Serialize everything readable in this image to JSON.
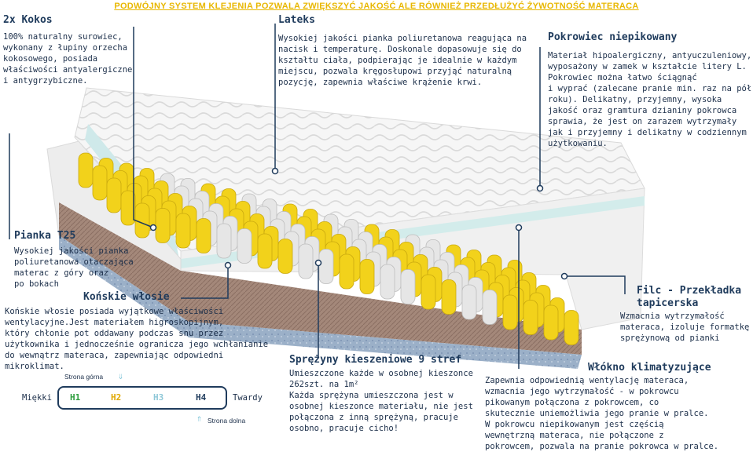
{
  "banner": "PODWÓJNY SYSTEM KLEJENIA POZWALA ZWIĘKSZYĆ JAKOŚĆ ALE RÓWNIEŻ PRZEDŁUŻYĆ ŻYWOTNOŚĆ MATERACA",
  "kokos": {
    "title": "2x Kokos",
    "text": "100% naturalny surowiec,\nwykonany z łupiny orzecha\nkokosowego, posiada\nwłaściwości antyalergiczne\ni antygrzybiczne."
  },
  "lateks": {
    "title": "Lateks",
    "text": "Wysokiej jakości pianka poliuretanowa reagująca na\nnacisk i temperaturę. Doskonale dopasowuje się do\nkształtu ciała, podpierając je idealnie w każdym\nmiejscu, pozwala kręgosłupowi przyjąć naturalną\npozycję, zapewnia właściwe krążenie krwi."
  },
  "pokrowiec": {
    "title": "Pokrowiec niepikowany",
    "text": "Materiał hipoalergiczny, antyuczuleniowy,\nwyposażony w zamek w kształcie litery L.\nPokrowiec można łatwo ściągnąć\ni wyprać (zalecane pranie min. raz na pół\nroku). Delikatny, przyjemny, wysoka\njakość oraz gramtura dzianiny pokrowca\nsprawia, że jest on zarazem wytrzymały\njak i przyjemny i delikatny w codziennym\nużytkowaniu."
  },
  "pianka": {
    "title": "Pianka T25",
    "text": "Wysokiej jakości pianka\npoliuretanowa otaczająca\nmaterac z góry oraz\npo bokach"
  },
  "wlosie": {
    "title": "Końskie włosie",
    "text": "Końskie włosie posiada wyjątkowe właściwości\nwentylacyjne.Jest materiałem higroskopijnym,\nktóry chłonie pot oddawany podczas snu przez\nużytkownika i jednocześnie ogranicza jego wchłanianie\ndo wewnątrz materaca, zapewniając odpowiedni\nmikroklimat."
  },
  "sprezyny": {
    "title": "Sprężyny kieszeniowe 9 stref",
    "text": "Umieszczone każde w osobnej kieszonce\n262szt. na 1m²\nKażda sprężyna umieszczona jest w\nosobnej kieszonce materiału, nie jest\npołączona z inną sprężyną, pracuje\nosobno, pracuje cicho!"
  },
  "filc": {
    "title": "Filc - Przekładka\ntapicerska",
    "text": "Wzmacnia wytrzymałość\nmateraca, izoluje formatkę\nsprężynową od pianki"
  },
  "wlokno": {
    "title": "Włókno klimatyzujące",
    "text": "Zapewnia odpowiednią wentylację materaca,\nwzmacnia jego wytrzymałość - w pokrowcu\npikowanym połączona z pokrowcem, co\nskutecznie uniemożliwia jego pranie w pralce.\nW pokrowcu niepikowanym jest częścią\nwewnętrzną materaca, nie połączone z\npokrowcem, pozwala na pranie pokrowca w pralce."
  },
  "scale": {
    "left_label": "Miękki",
    "right_label": "Twardy",
    "top_note": "Strona górna",
    "bottom_note": "Strona dolna",
    "levels": [
      {
        "label": "H1",
        "color": "#2e9e3e"
      },
      {
        "label": "H2",
        "color": "#e0a800"
      },
      {
        "label": "H3",
        "color": "#8fc8d8"
      },
      {
        "label": "H4",
        "color": "#1f3b5c"
      }
    ]
  },
  "colors": {
    "accent": "#1f3b5c",
    "banner": "#e8b700",
    "spring_yellow": "#f2d21b",
    "spring_white": "#e6e6e6",
    "arrow": "#7fc4d8"
  }
}
